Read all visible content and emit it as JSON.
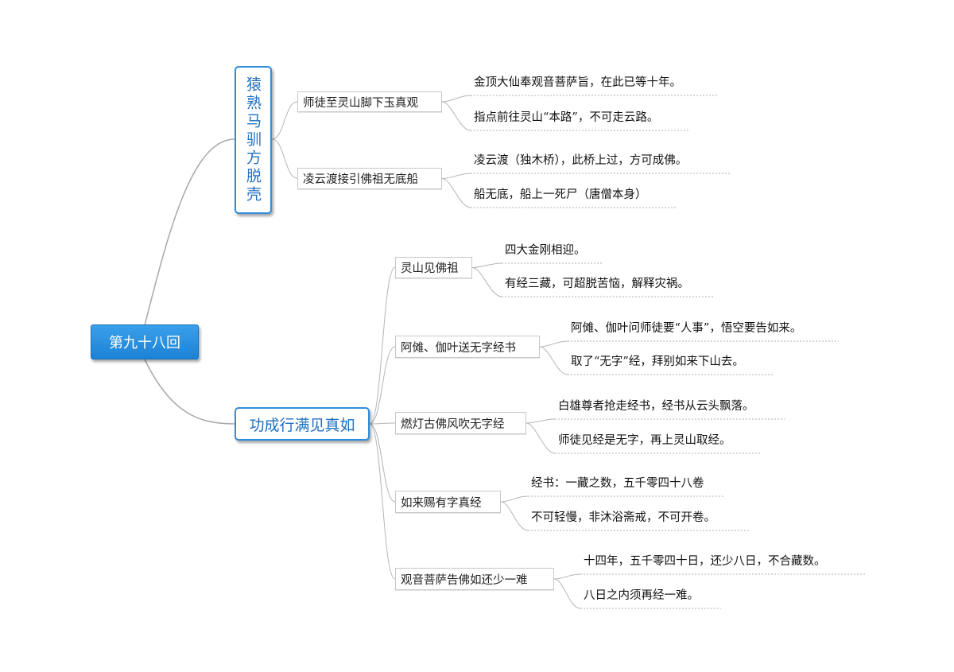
{
  "root": {
    "label": "第九十八回"
  },
  "branches": [
    {
      "label": "猿熟马驯方脱壳",
      "children": [
        {
          "label": "师徒至灵山脚下玉真观",
          "leaves": [
            "金顶大仙奉观音菩萨旨，在此已等十年。",
            "指点前往灵山“本路”，不可走云路。"
          ]
        },
        {
          "label": "凌云渡接引佛祖无底船",
          "leaves": [
            "凌云渡（独木桥），此桥上过，方可成佛。",
            "船无底，船上一死尸（唐僧本身）"
          ]
        }
      ]
    },
    {
      "label": "功成行满见真如",
      "children": [
        {
          "label": "灵山见佛祖",
          "leaves": [
            "四大金刚相迎。",
            "有经三藏，可超脱苦恼，解释灾祸。"
          ]
        },
        {
          "label": "阿傩、伽叶送无字经书",
          "leaves": [
            "阿傩、伽叶问师徒要“人事”，悟空要告如来。",
            "取了“无字”经，拜别如来下山去。"
          ]
        },
        {
          "label": "燃灯古佛风吹无字经",
          "leaves": [
            "白雄尊者抢走经书，经书从云头飘落。",
            "师徒见经是无字，再上灵山取经。"
          ]
        },
        {
          "label": "如来赐有字真经",
          "leaves": [
            "经书：一藏之数，五千零四十八卷",
            "不可轻慢，非沐浴斋戒，不可开卷。"
          ]
        },
        {
          "label": "观音菩萨告佛如还少一难",
          "leaves": [
            "十四年，五千零四十日，还少八日，不合藏数。",
            "八日之内须再经一难。"
          ]
        }
      ]
    }
  ]
}
